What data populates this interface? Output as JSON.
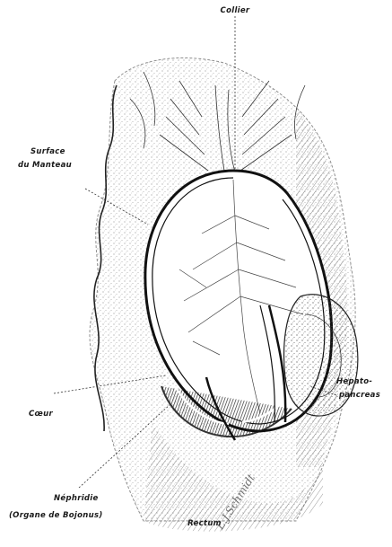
{
  "labels": {
    "collier": "Collier",
    "surface_line1": "Surface",
    "surface_line2": "du Manteau",
    "hepato_line1": "Hepato-",
    "hepato_line2": "pancreas",
    "coeur": "Cœur",
    "nephridie_line1": "Néphridie",
    "nephridie_line2": "(Organe de Bojonus)",
    "rectum": "Rectum"
  },
  "signature": "L.J.Schmidt",
  "colors": {
    "ink": "#1a1a1a",
    "paper": "#ffffff",
    "shading": "#555555"
  }
}
